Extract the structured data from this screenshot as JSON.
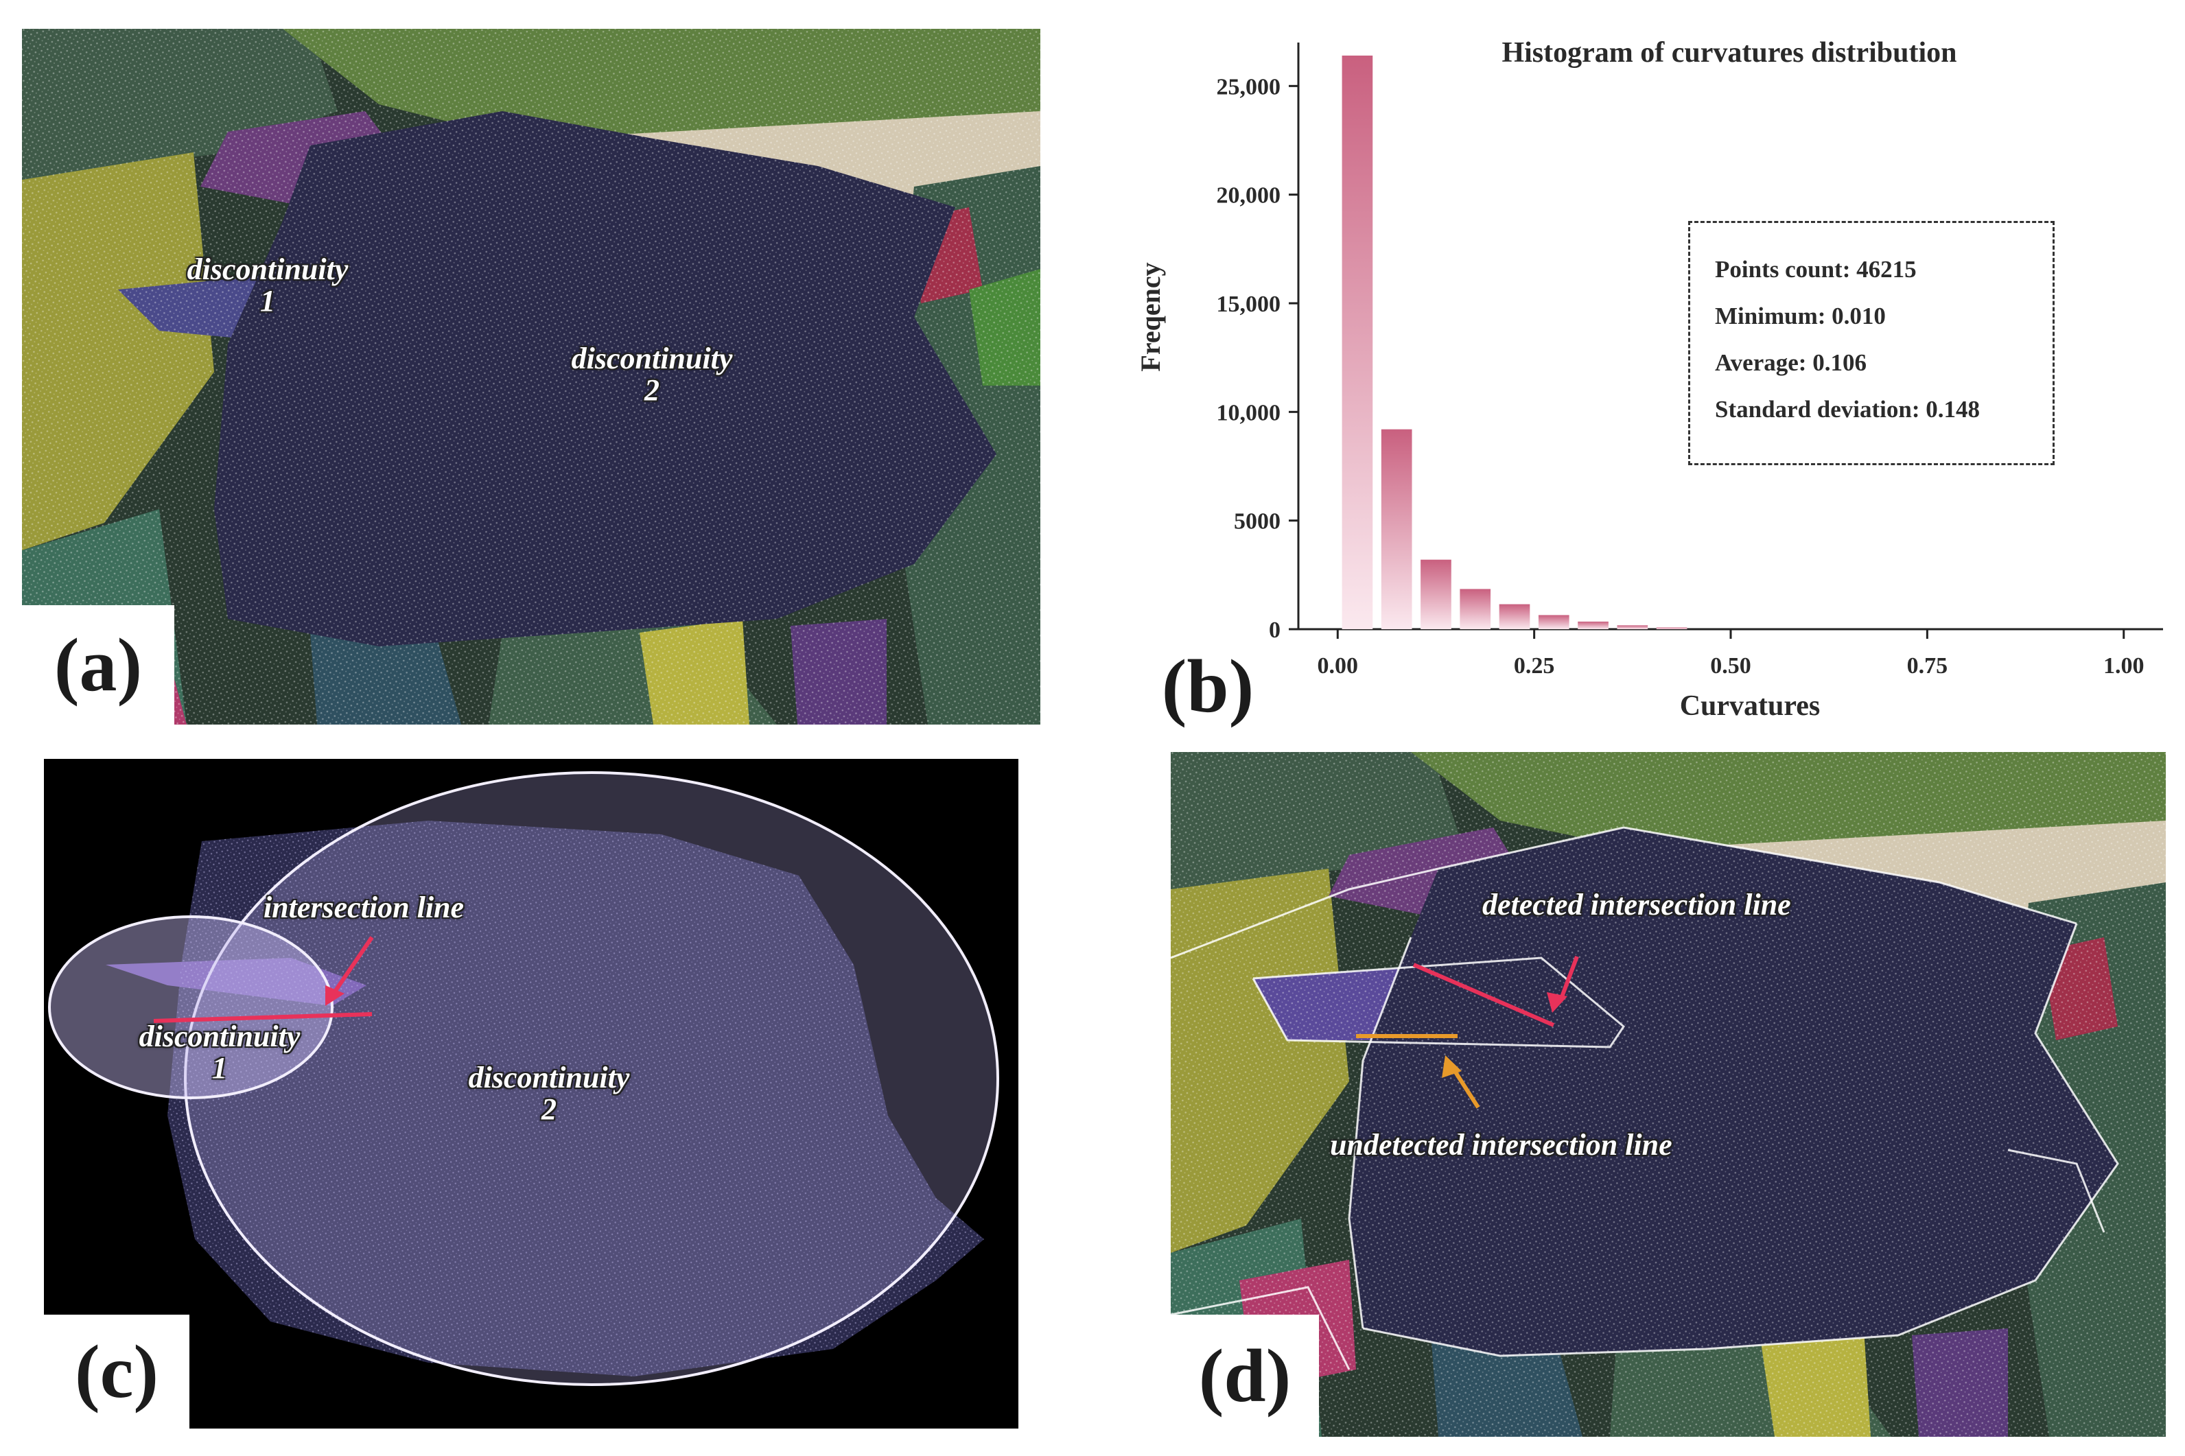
{
  "panels": {
    "a": {
      "label": "(a)",
      "annotations": {
        "disc1_line1": "discontinuity",
        "disc1_line2": "1",
        "disc2_line1": "discontinuity",
        "disc2_line2": "2"
      }
    },
    "b": {
      "label": "(b)"
    },
    "c": {
      "label": "(c)",
      "annotations": {
        "intersection": "intersection line",
        "disc1_line1": "discontinuity",
        "disc1_line2": "1",
        "disc2_line1": "discontinuity",
        "disc2_line2": "2"
      },
      "colors": {
        "intersection_line": "#e8325a",
        "ellipse_outline": "#f2eefc"
      }
    },
    "d": {
      "label": "(d)",
      "annotations": {
        "detected": "detected intersection line",
        "undetected": "undetected intersection line"
      },
      "colors": {
        "detected_line": "#e8325a",
        "undetected_line": "#e89a2a"
      }
    }
  },
  "chart_data": {
    "type": "bar",
    "title": "Histogram of curvatures distribution",
    "xlabel": "Curvatures",
    "ylabel": "Freqency",
    "xlim": [
      -0.05,
      1.05
    ],
    "ylim": [
      0,
      27000
    ],
    "xticks": [
      0.0,
      0.25,
      0.5,
      0.75,
      1.0
    ],
    "xtick_labels": [
      "0.00",
      "0.25",
      "0.50",
      "0.75",
      "1.00"
    ],
    "yticks": [
      0,
      5000,
      10000,
      15000,
      20000,
      25000
    ],
    "ytick_labels": [
      "0",
      "5000",
      "10,000",
      "15,000",
      "20,000",
      "25,000"
    ],
    "bin_width": 0.05,
    "bins": [
      0.025,
      0.075,
      0.125,
      0.175,
      0.225,
      0.275,
      0.325,
      0.375,
      0.425
    ],
    "values": [
      26400,
      9200,
      3200,
      1850,
      1150,
      650,
      350,
      180,
      80
    ],
    "bar_color": "#c9607f",
    "stats": [
      "Points count: 46215",
      "Minimum: 0.010",
      "Average: 0.106",
      "Standard deviation: 0.148"
    ]
  }
}
